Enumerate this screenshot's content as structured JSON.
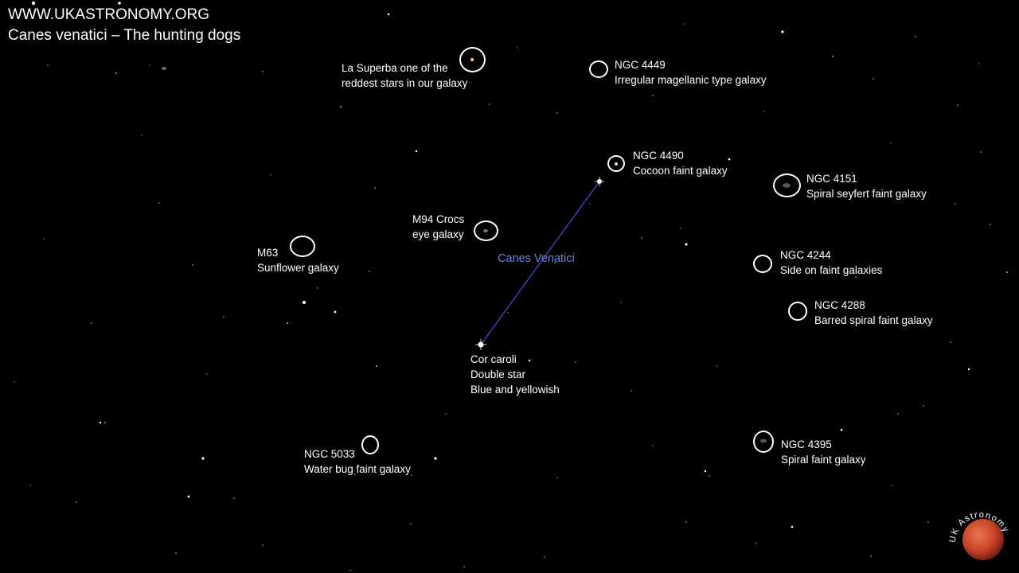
{
  "header": {
    "site": "WWW.UKASTRONOMY.ORG",
    "subtitle": "Canes venatici – The hunting dogs"
  },
  "constellation": {
    "name": "Canes Venatici",
    "line_color": "#3b4fd0"
  },
  "objects": {
    "la_superba": {
      "line1": "La Superba one of the",
      "line2": "reddest stars in our galaxy"
    },
    "ngc4449": {
      "name": "NGC 4449",
      "desc": "Irregular magellanic type galaxy"
    },
    "ngc4490": {
      "name": "NGC 4490",
      "desc": "Cocoon faint galaxy"
    },
    "ngc4151": {
      "name": "NGC 4151",
      "desc": "Spiral seyfert faint galaxy"
    },
    "m94": {
      "line1": "M94 Crocs",
      "line2": "eye galaxy"
    },
    "m63": {
      "name": "M63",
      "desc": "Sunflower galaxy"
    },
    "ngc4244": {
      "name": "NGC 4244",
      "desc": "Side on faint galaxies"
    },
    "ngc4288": {
      "name": "NGC 4288",
      "desc": "Barred spiral faint galaxy"
    },
    "cor_caroli": {
      "line1": "Cor caroli",
      "line2": "Double star",
      "line3": "Blue and yellowish"
    },
    "ngc5033": {
      "name": "NGC 5033",
      "desc": "Water bug faint galaxy"
    },
    "ngc4395": {
      "name": "NGC 4395",
      "desc": "Spiral faint galaxy"
    }
  },
  "logo": {
    "text": "UK Astronomy",
    "planet_color": "#c8432a"
  }
}
